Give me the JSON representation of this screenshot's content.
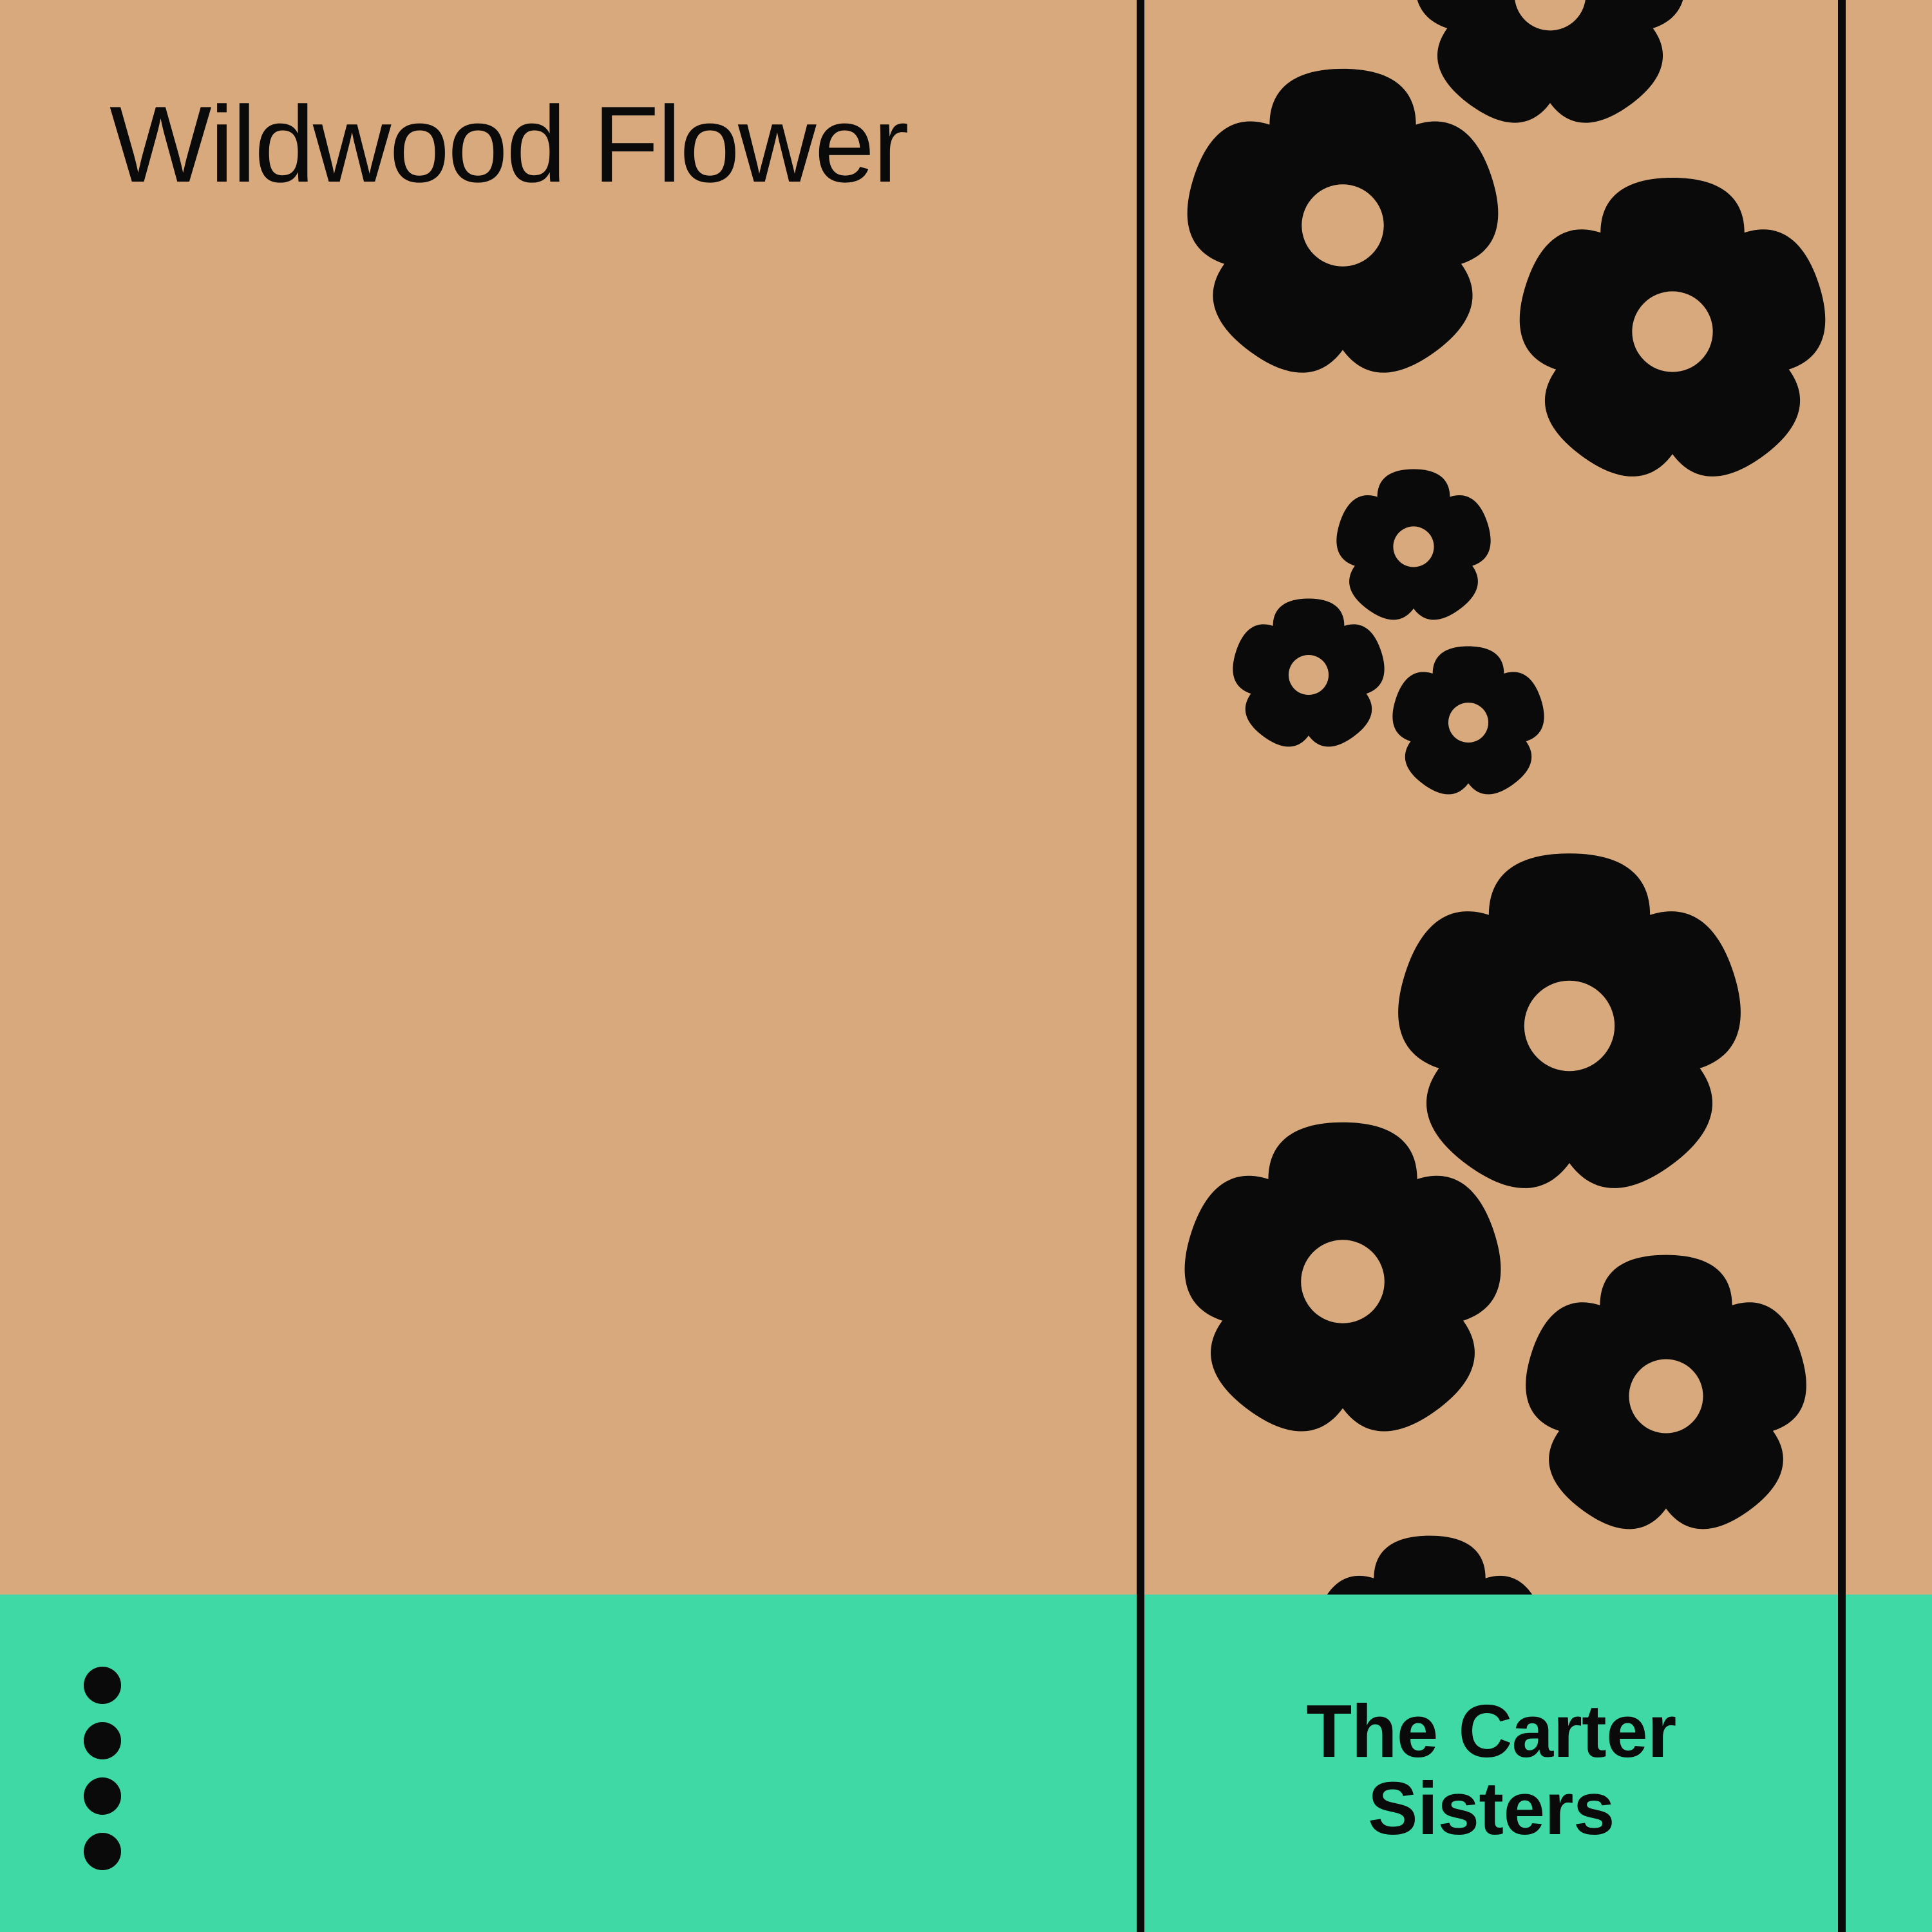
{
  "album": {
    "title": "Wildwood Flower"
  },
  "artist": {
    "name": "The Carter Sisters",
    "lines": [
      "The Carter",
      "Sisters"
    ]
  },
  "theme": {
    "tan": "#d7a97d",
    "teal": "#3fd9a6",
    "ink": "#0a0a0a"
  },
  "decor": {
    "flower_icon": "five-petal-flower",
    "flower_count": 10,
    "dot_icon": "filled-circle",
    "dot_count": 4,
    "vertical_rules": 2
  }
}
